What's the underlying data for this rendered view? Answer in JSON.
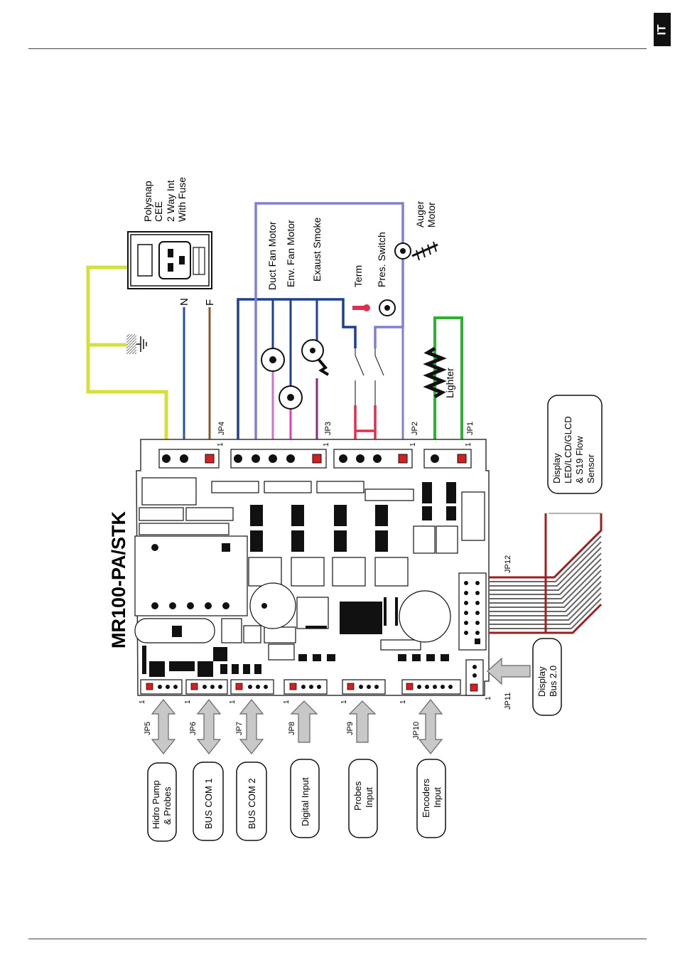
{
  "page": {
    "language_tab": "IT"
  },
  "diagram": {
    "board_title": "MR100-PA/STK",
    "power_inlet": {
      "lines": [
        "Polysnap",
        "CEE",
        "2 Way Int",
        "With Fuse"
      ]
    },
    "mains": {
      "neutral": "N",
      "phase": "F"
    },
    "loads": {
      "duct_fan": "Duct Fan Motor",
      "env_fan": "Env. Fan Motor",
      "exhaust": "Exaust Smoke",
      "term": "Term",
      "pres_switch": "Pres. Switch",
      "auger": {
        "lines": [
          "Auger",
          "Motor"
        ]
      },
      "lighter": "Lighter"
    },
    "connectors": {
      "jp1": "JP1",
      "jp2": "JP2",
      "jp3": "JP3",
      "jp4": "JP4",
      "jp5": "JP5",
      "jp6": "JP6",
      "jp7": "JP7",
      "jp8": "JP8",
      "jp9": "JP9",
      "jp10": "JP10",
      "jp11": "JP11",
      "jp12": "JP12"
    },
    "pin1": "1",
    "boxes": {
      "display_sensor": [
        "Display",
        "LED/LCD/GLCD",
        "& S19 Flow",
        "Sensor"
      ],
      "display_bus": [
        "Display",
        "Bus 2.0"
      ],
      "hidro": [
        "Hidro Pump",
        "& Probes"
      ],
      "bus_com1": "BUS COM 1",
      "bus_com2": "BUS COM 2",
      "digital_input": "Digital Input",
      "probes_input": [
        "Probes",
        "Input"
      ],
      "encoders_input": [
        "Encoders",
        "Input"
      ]
    },
    "colors": {
      "earth": "#d4e03c",
      "neutral": "#2a4fa0",
      "phase": "#8a5a2c",
      "common": "#1f3f8f",
      "duct_fan": "#d070d0",
      "env_fan": "#e040c0",
      "exhaust": "#8a2a7a",
      "switch_wire": "#e03050",
      "auger": "#8080d0",
      "lighter": "#30b030",
      "pin": "#d42020",
      "ribbon": "#9a2020"
    }
  }
}
